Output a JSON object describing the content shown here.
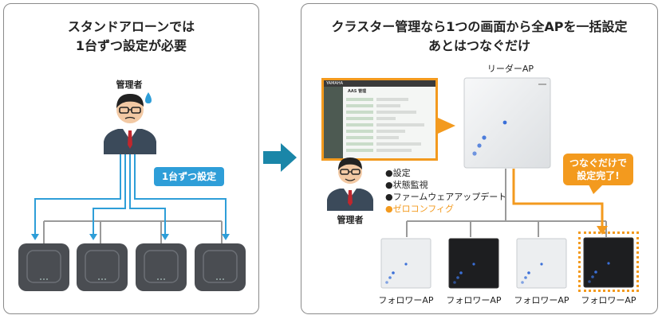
{
  "left_panel": {
    "title_line1": "スタンドアローンでは",
    "title_line2": "1台ずつ設定が必要",
    "admin_label": "管理者",
    "callout": "1台ずつ設定"
  },
  "right_panel": {
    "title_line1": "クラスター管理なら1つの画面から全APを一括設定",
    "title_line2": "あとはつなぐだけ",
    "leader_label": "リーダーAP",
    "admin_label": "管理者",
    "features": [
      "●設定",
      "●状態監視",
      "●ファームウェアアップデート",
      "●ゼロコンフィグ"
    ],
    "callout_line1": "つなぐだけで",
    "callout_line2": "設定完了!",
    "followers": [
      "フォロワーAP",
      "フォロワーAP",
      "フォロワーAP",
      "フォロワーAP"
    ],
    "screen_brand": "YAMAHA",
    "screen_heading": "AAS 管理"
  },
  "colors": {
    "blue": "#2e9ed8",
    "orange": "#f39a1e",
    "teal_arrow": "#1a86a8",
    "gray_line": "#9a9a9a",
    "highlight_text": "#f39a1e"
  }
}
